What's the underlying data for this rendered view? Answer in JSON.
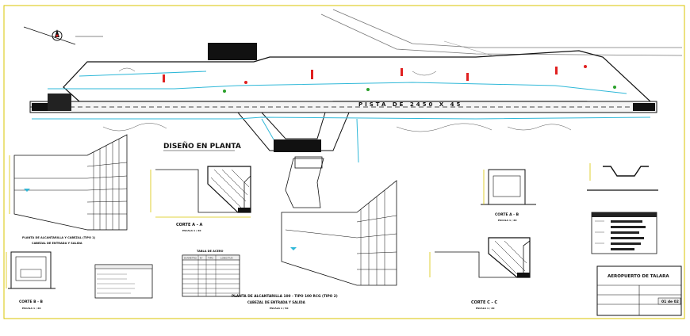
{
  "plan": {
    "title": "DISEÑO EN PLANTA",
    "runway_label": "PISTA DE 2450 X 45"
  },
  "sections": [
    {
      "title": "CORTE A - A",
      "scale": "ESCALA 1 / 20"
    },
    {
      "title": "CORTE B - B",
      "scale": "ESCALA 1 / 20"
    },
    {
      "title": "CORTE C - C",
      "scale": "ESCALA 1 / 20"
    },
    {
      "title": "CORTE A - B",
      "scale": "ESCALA 1 / 20"
    }
  ],
  "culvert": {
    "title": "PLANTA DE ALCANTARILLA 100 - TIPO 100 RCG (TIPO 2)",
    "subtitle": "CABEZAL DE ENTRADA Y SALIDA",
    "scale": "ESCALA 1 / 50"
  },
  "left_detail": {
    "title": "PLANTA DE ALCANTARILLA Y CABEZAL (TIPO 1)",
    "subtitle": "CABEZAL DE ENTRADA Y SALIDA"
  },
  "table": {
    "title": "TABLA DE ACERO",
    "headers": [
      "DIAMETRO",
      "N°",
      "TIPO",
      "LONGITUD"
    ],
    "row_count": 8
  },
  "title_block": {
    "project": "AEROPUERTO DE TALARA",
    "sheet": "01 de 02"
  },
  "colors": {
    "linework": "#111111",
    "drainage": "#2fb8d8",
    "accent_red": "#e02020",
    "accent_green": "#2aa02a",
    "dimension": "#d8c400"
  }
}
